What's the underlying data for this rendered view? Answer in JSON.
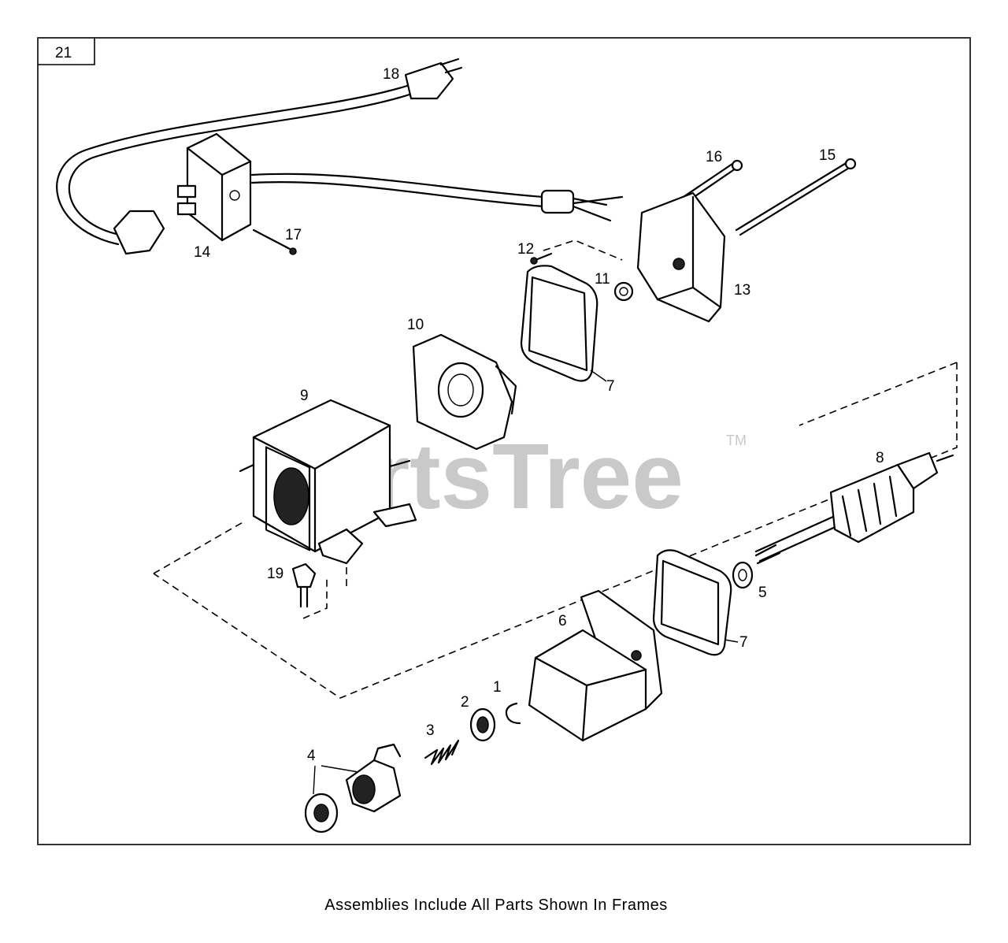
{
  "page_number": "21",
  "watermark": "PartsTree",
  "watermark_tm": "TM",
  "caption": "Assemblies Include All Parts Shown In Frames",
  "callouts": [
    "1",
    "2",
    "3",
    "4",
    "5",
    "6",
    "7",
    "7",
    "8",
    "9",
    "10",
    "11",
    "12",
    "13",
    "14",
    "15",
    "16",
    "17",
    "18",
    "19"
  ]
}
